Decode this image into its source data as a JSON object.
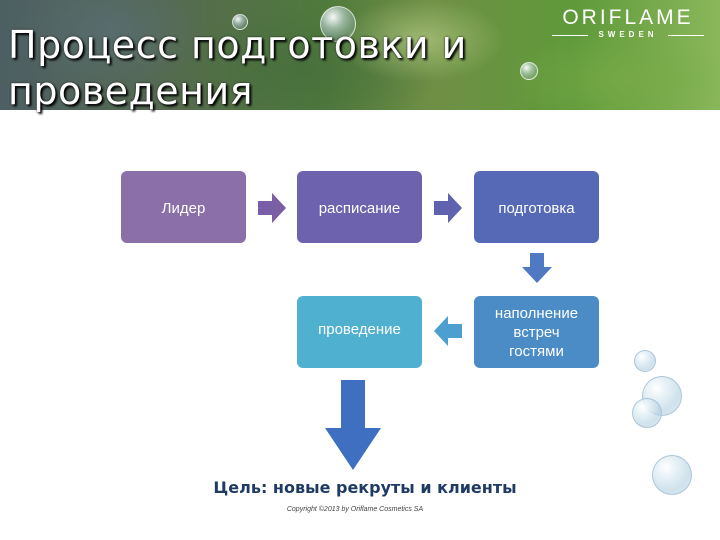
{
  "slide": {
    "title": "Процесс подготовки и проведения",
    "logo": {
      "brand": "ORIFLAME",
      "country": "SWEDEN"
    },
    "process": [
      {
        "label": "Лидер",
        "color": "#8a6fa8"
      },
      {
        "label": "расписание",
        "color": "#6d62ad"
      },
      {
        "label": "подготовка",
        "color": "#5569b7"
      },
      {
        "label": "наполнение встреч гостями",
        "color": "#4b8cc7"
      },
      {
        "label": "проведение",
        "color": "#4fb0cf"
      }
    ],
    "goal": "Цель: новые рекруты и клиенты",
    "copyright": "Copyright ©2013 by Oriflame Cosmetics SA"
  }
}
